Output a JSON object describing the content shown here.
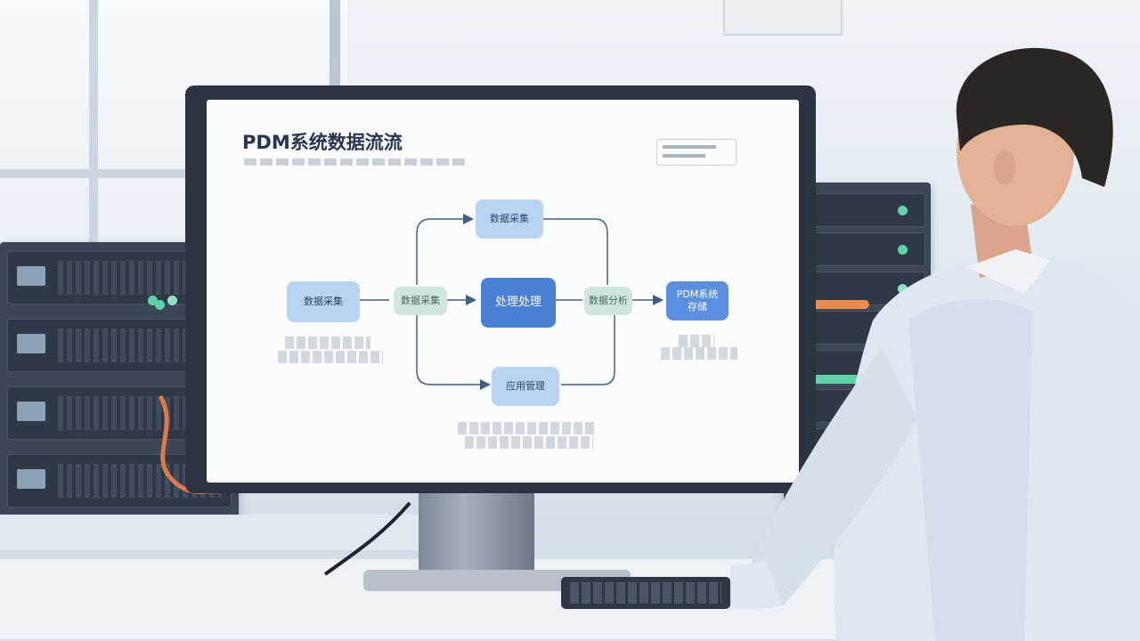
{
  "scene": "office-with-pdm-dataflow-monitor",
  "screen": {
    "title": "PDM系统数据流流",
    "nodes": {
      "top": "数据采集",
      "left": "数据采集",
      "mid_left": "数据采集",
      "center": "处理处理",
      "mid_right": "数据分析",
      "right": "PDM系统\n存储",
      "bottom": "应用管理"
    }
  },
  "colors": {
    "accent_blue": "#4a7fd6",
    "node_light": "#b9d4f2",
    "node_green": "#cfe5df",
    "arrow": "#3f5e86",
    "led_green": "#5fd3a8",
    "led_orange": "#f08a4b",
    "cable_orange": "#e0784a"
  }
}
